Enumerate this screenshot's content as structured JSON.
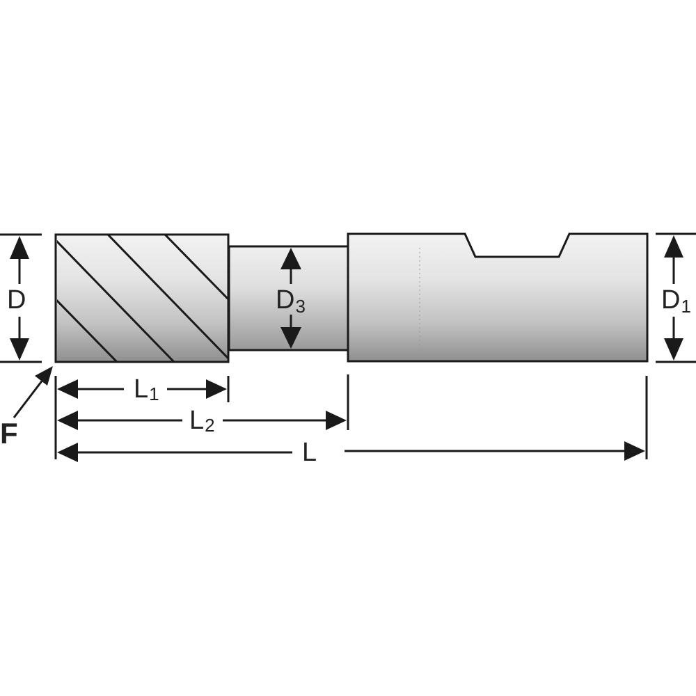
{
  "labels": {
    "D": {
      "main": "D",
      "sub": ""
    },
    "D3": {
      "main": "D",
      "sub": "3"
    },
    "D1": {
      "main": "D",
      "sub": "1"
    },
    "L1": {
      "main": "L",
      "sub": "1"
    },
    "L2": {
      "main": "L",
      "sub": "2"
    },
    "L": {
      "main": "L",
      "sub": ""
    },
    "F": {
      "main": "F"
    }
  },
  "colors": {
    "outline": "#1a1a1a",
    "metal_light": "#f4f4f4",
    "metal_mid": "#cfcfcf",
    "metal_dark": "#8e8e8e",
    "background": "#ffffff"
  }
}
